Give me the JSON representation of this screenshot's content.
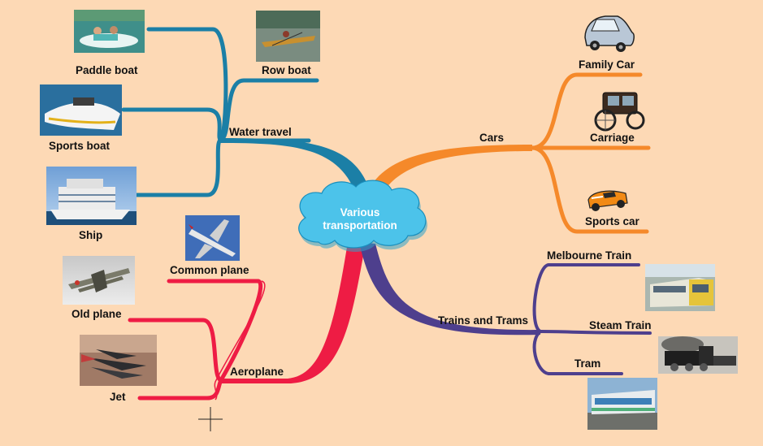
{
  "center": {
    "line1": "Various",
    "line2": "transportation"
  },
  "branches": {
    "water": {
      "label": "Water travel",
      "color": "#1b7fa6",
      "children": {
        "paddle": "Paddle boat",
        "row": "Row boat",
        "sports": "Sports boat",
        "ship": "Ship"
      }
    },
    "cars": {
      "label": "Cars",
      "color": "#f5892a",
      "children": {
        "family": "Family Car",
        "carriage": "Carriage",
        "sports": "Sports car"
      }
    },
    "air": {
      "label": "Aeroplane",
      "color": "#ee1c44",
      "children": {
        "common": "Common plane",
        "old": "Old plane",
        "jet": "Jet"
      }
    },
    "trains": {
      "label": "Trains and Trams",
      "color": "#4e3f8d",
      "children": {
        "melbourne": "Melbourne Train",
        "steam": "Steam Train",
        "tram": "Tram"
      }
    }
  },
  "icons": {
    "paddle": "paddle-boat-photo",
    "row": "row-boat-photo",
    "sportsboat": "sports-boat-photo",
    "ship": "cruise-ship-photo",
    "commonplane": "airliner-photo",
    "oldplane": "biplane-photo",
    "jet": "jet-formation-photo",
    "familycar": "family-car-clipart",
    "carriage": "carriage-clipart",
    "sportscar": "sports-car-clipart",
    "melbourne": "melbourne-train-photo",
    "steam": "steam-train-photo",
    "tram": "tram-photo"
  }
}
